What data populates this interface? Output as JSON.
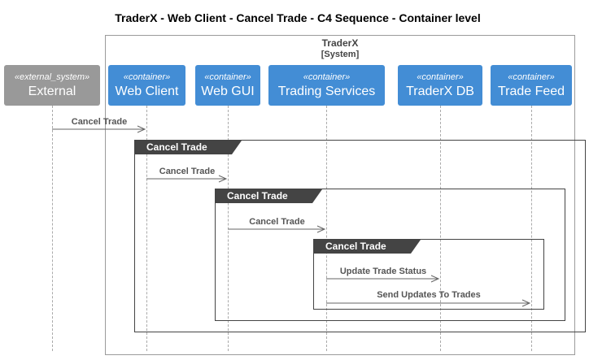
{
  "title": "TraderX - Web Client - Cancel Trade - C4 Sequence - Container level",
  "system": {
    "name": "TraderX",
    "type": "[System]"
  },
  "participants": [
    {
      "stereotype": "«external_system»",
      "name": "External"
    },
    {
      "stereotype": "«container»",
      "name": "Web Client"
    },
    {
      "stereotype": "«container»",
      "name": "Web GUI"
    },
    {
      "stereotype": "«container»",
      "name": "Trading Services"
    },
    {
      "stereotype": "«container»",
      "name": "TraderX DB"
    },
    {
      "stereotype": "«container»",
      "name": "Trade Feed"
    }
  ],
  "fragments": [
    {
      "label": "Cancel Trade"
    },
    {
      "label": "Cancel Trade"
    },
    {
      "label": "Cancel Trade"
    }
  ],
  "messages": [
    {
      "label": "Cancel Trade",
      "from": "External",
      "to": "Web Client"
    },
    {
      "label": "Cancel Trade",
      "from": "Web Client",
      "to": "Web GUI"
    },
    {
      "label": "Cancel Trade",
      "from": "Web GUI",
      "to": "Trading Services"
    },
    {
      "label": "Update Trade Status",
      "from": "Trading Services",
      "to": "TraderX DB"
    },
    {
      "label": "Send Updates To Trades",
      "from": "Trading Services",
      "to": "Trade Feed"
    }
  ],
  "colors": {
    "container": "#438dd5",
    "external": "#999999",
    "fragment": "#444444",
    "arrow": "#666666"
  }
}
